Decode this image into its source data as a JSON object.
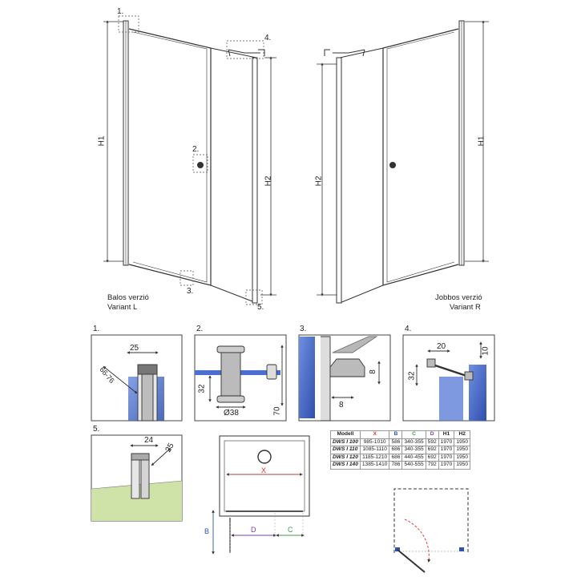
{
  "top_left": {
    "callouts": [
      "1.",
      "2.",
      "3.",
      "4.",
      "5."
    ],
    "dim_h1": "H1",
    "dim_h2": "H2",
    "variant_hu": "Balos verzió",
    "variant_en": "Variant L"
  },
  "top_right": {
    "dim_h1": "H1",
    "dim_h2": "H2",
    "variant_hu": "Jobbos verzió",
    "variant_en": "Variant R"
  },
  "details": {
    "d1": {
      "label": "1.",
      "dim_a": "25",
      "dim_b": "66-76"
    },
    "d2": {
      "label": "2.",
      "dim_a": "32",
      "dim_b": "70",
      "dim_c": "Ø38"
    },
    "d3": {
      "label": "3.",
      "dim_a": "8",
      "dim_b": "8"
    },
    "d4": {
      "label": "4.",
      "dim_a": "20",
      "dim_b": "10",
      "dim_c": "32"
    },
    "d5": {
      "label": "5.",
      "dim_a": "24",
      "dim_b": "25"
    }
  },
  "plan": {
    "x": "X",
    "b": "B",
    "d": "D",
    "c": "C"
  },
  "table": {
    "headers": [
      "Modell",
      "X",
      "B",
      "C",
      "D",
      "H1",
      "H2"
    ],
    "rows": [
      [
        "DWS I 100",
        "985-1010",
        "586",
        "340-355",
        "592",
        "1970",
        "1950"
      ],
      [
        "DWS I 110",
        "1085-1110",
        "686",
        "340-355",
        "692",
        "1970",
        "1950"
      ],
      [
        "DWS I 120",
        "1185-1210",
        "686",
        "440-455",
        "692",
        "1970",
        "1950"
      ],
      [
        "DWS I 140",
        "1385-1410",
        "786",
        "540-555",
        "792",
        "1970",
        "1950"
      ]
    ]
  },
  "colors": {
    "line": "#333333",
    "callout_box": "#777777",
    "glass": "#3e63c8",
    "floor": "#cfe3a8",
    "dim_x": "#d23a2a",
    "dim_b": "#2a55b5",
    "dim_c": "#3aa24a",
    "dim_d": "#7a3db0",
    "swing": "#e04444"
  }
}
